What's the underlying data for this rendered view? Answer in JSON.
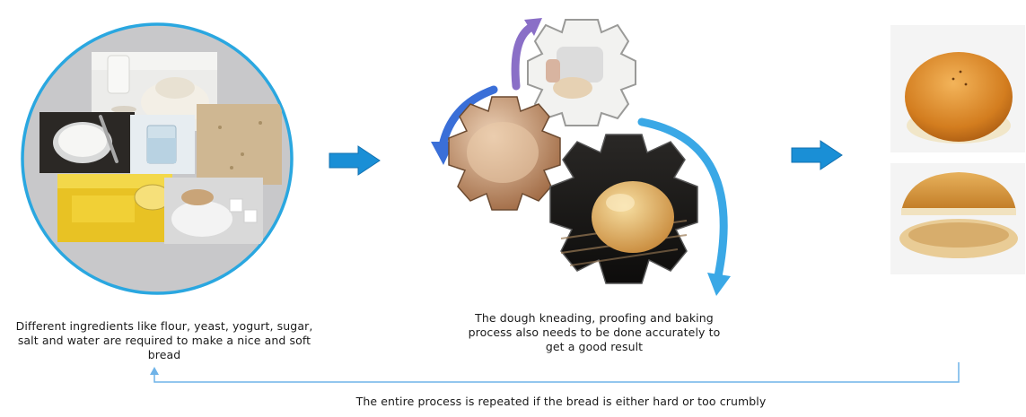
{
  "ingredients_caption": "Different ingredients like flour, yeast, yogurt, sugar, salt and water are required to make a nice and soft bread",
  "process_caption": "The dough kneading, proofing and baking process also needs to be done accurately to get a good result",
  "loop_caption": "The entire process is repeated if the bread is either hard or too crumbly",
  "colors": {
    "circle_border": "#2aa7e0",
    "circle_fill": "#c8c8ca",
    "arrow_blue": "#1a8fd6",
    "loop_line": "#6fb3e8",
    "gear_arrow_purple": "#8a6fc7",
    "gear_arrow_blue": "#3a6fd8",
    "gear_arrow_cyan": "#3aa8e6"
  }
}
